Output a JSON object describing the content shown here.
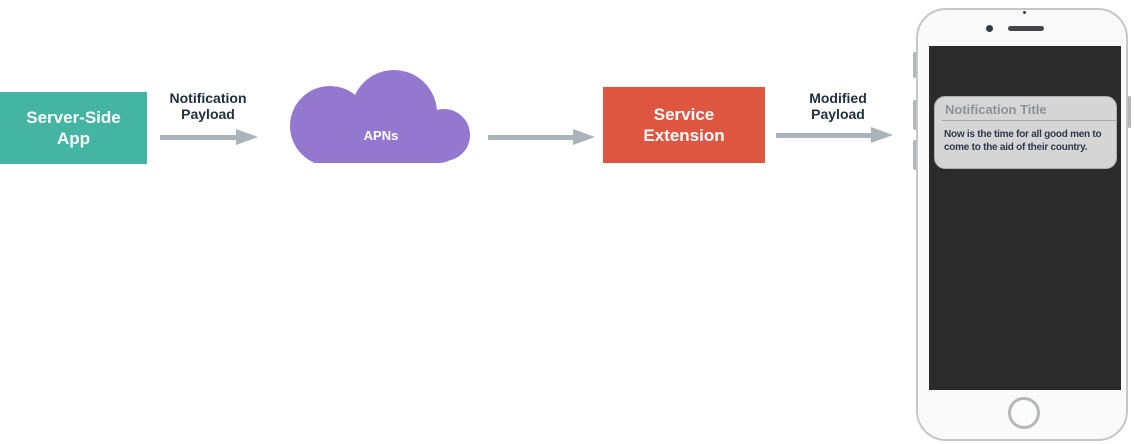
{
  "diagram": {
    "nodes": {
      "server": {
        "label": "Server-Side App",
        "color": "#43B5A2"
      },
      "apns": {
        "label": "APNs",
        "color": "#9478D0"
      },
      "service": {
        "label": "Service Extension",
        "color": "#DE5640"
      }
    },
    "arrows": {
      "notification_payload": {
        "label": "Notification Payload"
      },
      "modified_payload": {
        "label": "Modified Payload"
      }
    },
    "colors": {
      "arrow": "#ABB4B9",
      "label_text": "#22303E"
    }
  },
  "phone": {
    "screen_color": "#2B2B2C",
    "notification": {
      "title": "Notification Title",
      "body": "Now is the time for all good men to come to the aid of their country."
    }
  }
}
